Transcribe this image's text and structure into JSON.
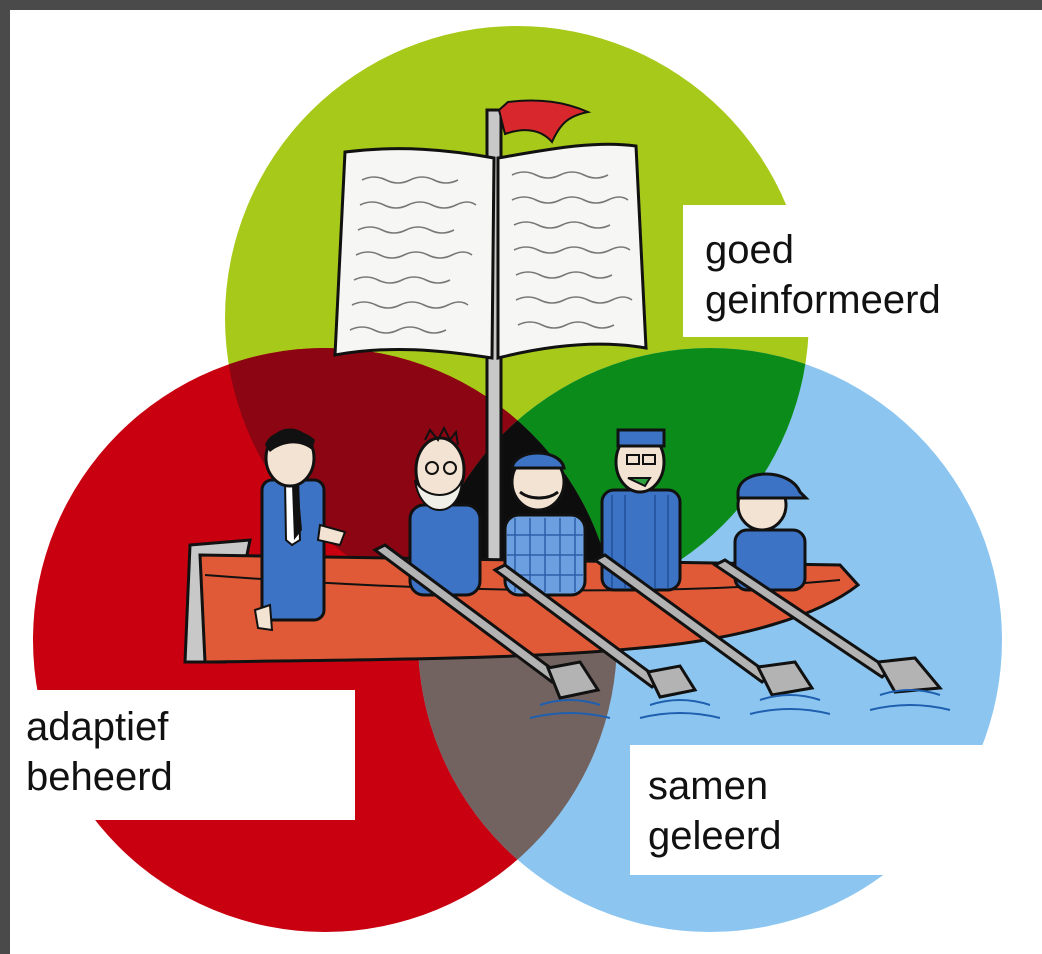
{
  "labels": {
    "top": {
      "line1": "goed",
      "line2": "geinformeerd"
    },
    "left": {
      "line1": "adaptief",
      "line2": "beheerd"
    },
    "right": {
      "line1": "samen",
      "line2": "geleerd"
    }
  },
  "colors": {
    "frame_border": "#4a4a4a",
    "circle_top": "#a7c91a",
    "circle_left": "#c9000f",
    "circle_right": "#8cc6f0",
    "overlap_top_left": "#8b0612",
    "overlap_top_right": "#0b8c1a",
    "overlap_left_right": "#726360",
    "overlap_center": "#0d0d0d",
    "boat_hull": "#e05a38",
    "rower_suit": "#3d73c4",
    "oar": "#b3b3b3"
  },
  "illustration": {
    "subject": "rowing boat with book sail and five figures",
    "flag_color": "#d8282d"
  }
}
